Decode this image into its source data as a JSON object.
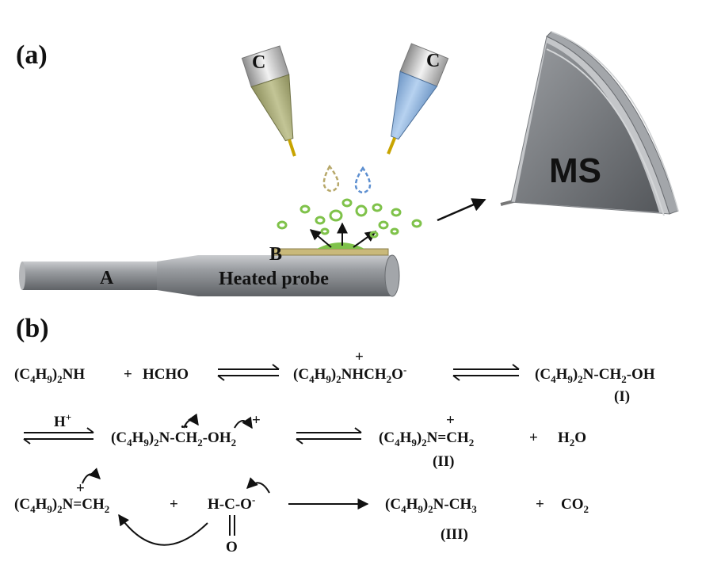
{
  "panel_a": {
    "label": "(a)",
    "capillary_label": "C",
    "capillary_label_2": "C",
    "probe_label": "Heated probe",
    "section_a": "A",
    "section_b": "B",
    "ms_label": "MS"
  },
  "panel_b": {
    "label": "(b)",
    "row1": {
      "reactant1": "(C4H9)2NH",
      "plus1": "+",
      "reactant2": "HCHO",
      "plus_charge": "+",
      "intermediate": "(C4H9)2NHCH2O-",
      "product": "(C4H9)2N-CH2-OH",
      "product_tag": "(I)"
    },
    "row2": {
      "catalyst": "H+",
      "intermediate": "(C4H9)2N-CH2-OH2",
      "dots": "..",
      "charge": "+",
      "product": "(C4H9)2N=CH2",
      "product_charge": "+",
      "plus": "+",
      "water": "H2O",
      "product_tag": "(II)"
    },
    "row3": {
      "reactant1": "(C4H9)2N=CH2",
      "charge": "+",
      "plus1": "+",
      "formate": "H-C-O-",
      "formate_o": "O",
      "product": "(C4H9)2N-CH3",
      "plus2": "+",
      "co2": "CO2",
      "product_tag": "(III)"
    }
  },
  "colors": {
    "probe_gray": "#8e9196",
    "green_droplet": "#7fc24a",
    "olive_capillary": "#a9ab7c",
    "blue_capillary": "#8fb6e0",
    "ms_gray": "#6f7276"
  }
}
